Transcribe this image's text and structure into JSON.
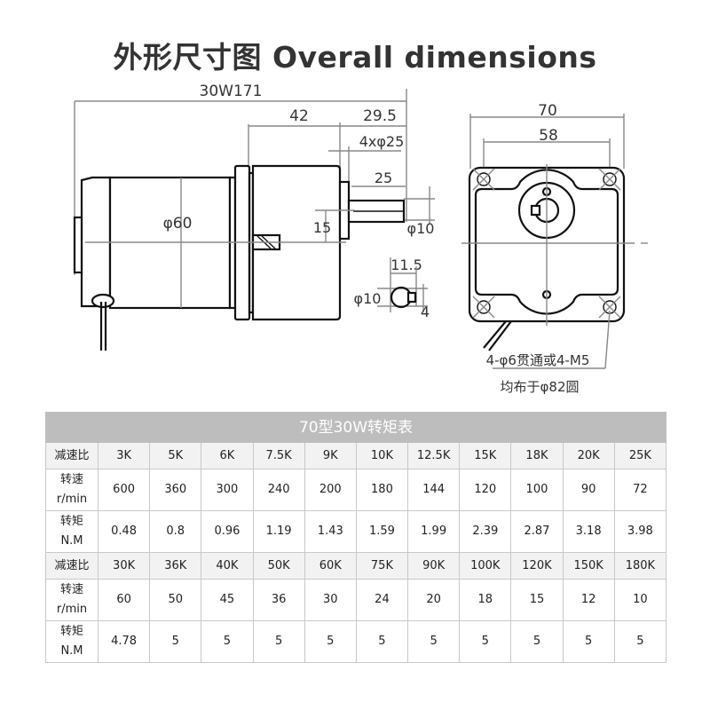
{
  "title": "外形尺寸图 Overall dimensions",
  "side_view": {
    "total_length_label": "30W171",
    "gearbox_length_label": "42",
    "shaft_extension_label": "29.5",
    "boss_label": "4xφ25",
    "shaft_length_label": "25",
    "motor_diameter_label": "φ60",
    "shaft_offset_label": "15",
    "shaft_diameter_label": "φ10"
  },
  "shaft_section": {
    "key_height_label": "11.5",
    "diameter_label": "φ10",
    "key_width_label": "4"
  },
  "front_view": {
    "width_label": "70",
    "hole_pitch_label": "58",
    "note_line1": "4-φ6贯通或4-M5",
    "note_line2": "均布于φ82圆"
  },
  "table": {
    "caption": "70型30W转矩表",
    "labels": {
      "ratio": "减速比",
      "speed_line1": "转速",
      "speed_line2": "r/min",
      "torque_line1": "转矩",
      "torque_line2": "N.M"
    },
    "blocks": [
      {
        "ratios": [
          "3K",
          "5K",
          "6K",
          "7.5K",
          "9K",
          "10K",
          "12.5K",
          "15K",
          "18K",
          "20K",
          "25K"
        ],
        "speeds": [
          "600",
          "360",
          "300",
          "240",
          "200",
          "180",
          "144",
          "120",
          "100",
          "90",
          "72"
        ],
        "torques": [
          "0.48",
          "0.8",
          "0.96",
          "1.19",
          "1.43",
          "1.59",
          "1.99",
          "2.39",
          "2.87",
          "3.18",
          "3.98"
        ]
      },
      {
        "ratios": [
          "30K",
          "36K",
          "40K",
          "50K",
          "60K",
          "75K",
          "90K",
          "100K",
          "120K",
          "150K",
          "180K"
        ],
        "speeds": [
          "60",
          "50",
          "45",
          "36",
          "30",
          "24",
          "20",
          "18",
          "15",
          "12",
          "10"
        ],
        "torques": [
          "4.78",
          "5",
          "5",
          "5",
          "5",
          "5",
          "5",
          "5",
          "5",
          "5",
          "5"
        ]
      }
    ]
  },
  "colors": {
    "table_caption_bg": "#bdbdbd",
    "ratio_row_bg": "#f2f2f2",
    "grid_line": "#c8c8c8",
    "dimension_line": "#888888",
    "outline": "#111111"
  }
}
